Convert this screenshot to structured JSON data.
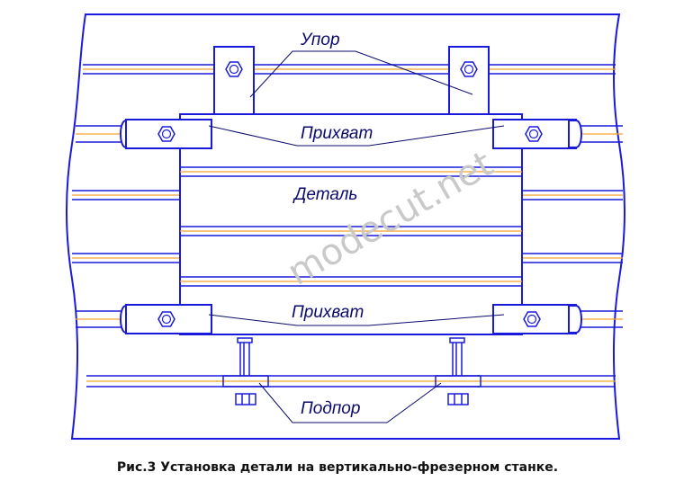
{
  "labels": {
    "stop": "Упор",
    "clamp_top": "Прихват",
    "part": "Деталь",
    "clamp_bottom": "Прихват",
    "support": "Подпор"
  },
  "watermark": "modecut.net",
  "caption": "Рис.3 Установка детали на вертикально-фрезерном станке.",
  "colors": {
    "outline": "#1a1adc",
    "axis": "#f5a030",
    "text": "#0a0a6e",
    "watermark": "#c9c9c9"
  },
  "icons": [
    "hex-nut-icon",
    "bolt-icon",
    "leader-line"
  ]
}
